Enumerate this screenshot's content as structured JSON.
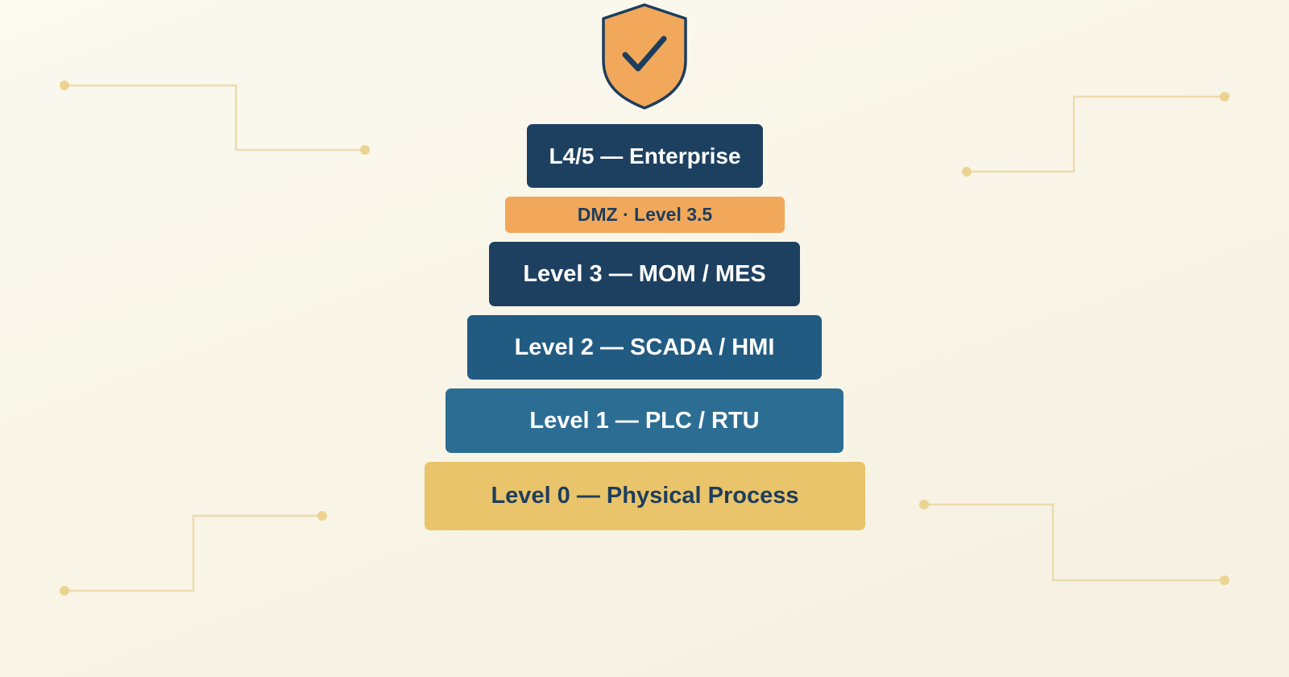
{
  "diagram": {
    "shield": {
      "icon": "shield-check-icon",
      "fill_color": "#f2a85a",
      "stroke_color": "#1d3d5c"
    },
    "layers": [
      {
        "label": "L4/5 — Enterprise",
        "color": "#1d4060"
      },
      {
        "label": "DMZ · Level 3.5",
        "color": "#f2a85a"
      },
      {
        "label": "Level 3 — MOM / MES",
        "color": "#1d4060"
      },
      {
        "label": "Level 2 — SCADA / HMI",
        "color": "#215b82"
      },
      {
        "label": "Level 1 — PLC / RTU",
        "color": "#2c6d94"
      },
      {
        "label": "Level 0 — Physical Process",
        "color": "#e9c46a"
      }
    ],
    "decoration": {
      "trace_color": "#ecdcae",
      "node_color": "#ecd391"
    }
  }
}
